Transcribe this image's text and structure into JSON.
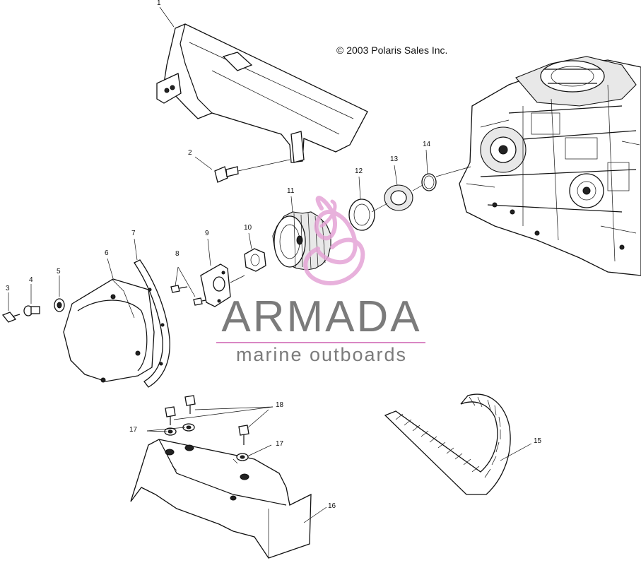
{
  "copyright": "© 2003 Polaris Sales Inc.",
  "watermark": {
    "brand": "ARMADA",
    "tagline": "marine outboards",
    "colors": {
      "text": "#7b7b7b",
      "accent": "#d987c4"
    }
  },
  "callouts": {
    "c1": "1",
    "c2": "2",
    "c3": "3",
    "c4": "4",
    "c5": "5",
    "c6": "6",
    "c7": "7",
    "c8": "8",
    "c9": "9",
    "c10": "10",
    "c11": "11",
    "c12": "12",
    "c13": "13",
    "c14": "14",
    "c15": "15",
    "c16": "16",
    "c17a": "17",
    "c17b": "17",
    "c18": "18"
  }
}
